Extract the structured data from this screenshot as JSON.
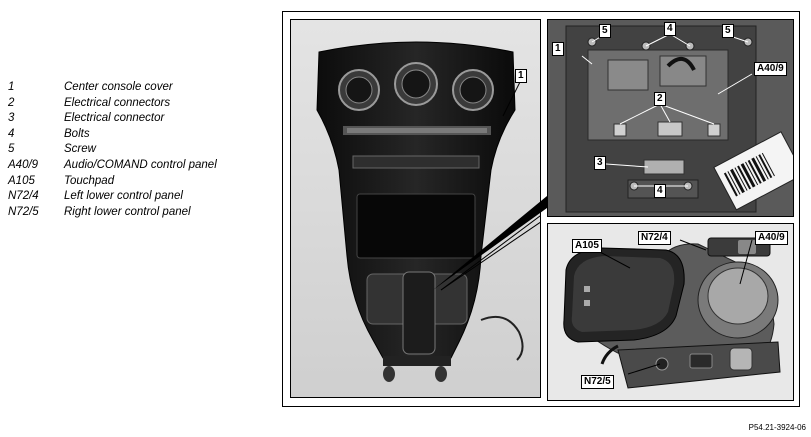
{
  "legend": [
    {
      "key": "1",
      "text": "Center console cover"
    },
    {
      "key": "2",
      "text": "Electrical connectors"
    },
    {
      "key": "3",
      "text": "Electrical connector"
    },
    {
      "key": "4",
      "text": "Bolts"
    },
    {
      "key": "5",
      "text": "Screw"
    },
    {
      "key": "A40/9",
      "text": "Audio/COMAND control panel"
    },
    {
      "key": "A105",
      "text": "Touchpad"
    },
    {
      "key": "N72/4",
      "text": "Left lower control panel"
    },
    {
      "key": "N72/5",
      "text": "Right lower control panel"
    }
  ],
  "callouts": {
    "left_1": "1",
    "tr_1": "1",
    "tr_5a": "5",
    "tr_4top": "4",
    "tr_5b": "5",
    "tr_a409": "A40/9",
    "tr_2": "2",
    "tr_3": "3",
    "tr_4bottom": "4",
    "br_a105": "A105",
    "br_n724": "N72/4",
    "br_a409": "A40/9",
    "br_n725": "N72/5"
  },
  "reference_code": "P54.21-3924-06"
}
